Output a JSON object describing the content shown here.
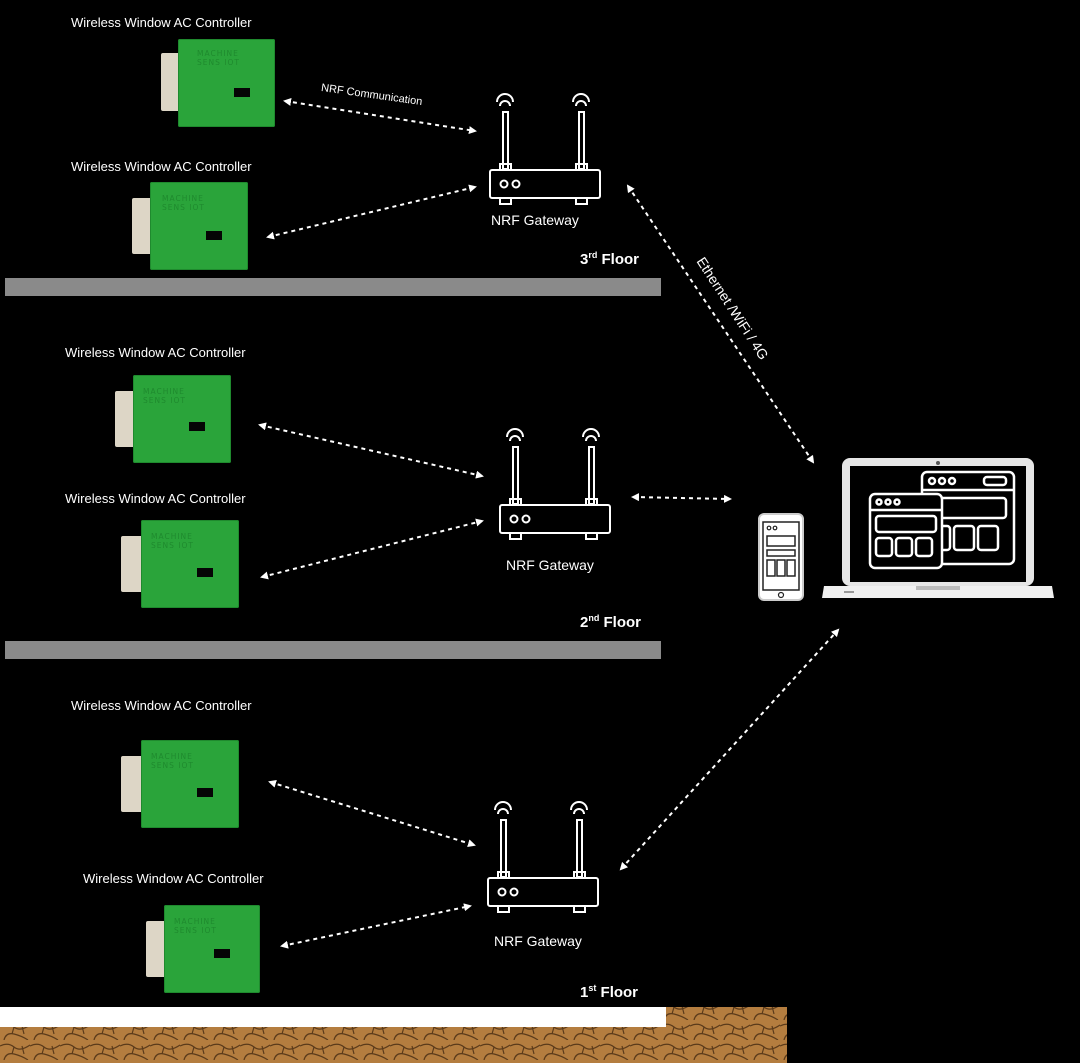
{
  "device_label": "Wireless Window AC Controller",
  "device_brand_line1": "MACHINE",
  "device_brand_line2": "SENS IOT",
  "gateway_label": "NRF Gateway",
  "comm_label": "NRF Communication",
  "uplink_label": "Ethernet /WiFi / 4G",
  "floors": [
    {
      "num": "3",
      "suffix": "rd",
      "word": "Floor"
    },
    {
      "num": "2",
      "suffix": "nd",
      "word": "Floor"
    },
    {
      "num": "1",
      "suffix": "st",
      "word": "Floor"
    }
  ],
  "colors": {
    "background": "#000000",
    "device_green": "#2aa43a",
    "slab_gray": "#8a8a8a",
    "ground": "#b07a3c"
  },
  "icons": [
    "router-icon",
    "phone-icon",
    "laptop-icon",
    "dashboard-icon"
  ]
}
